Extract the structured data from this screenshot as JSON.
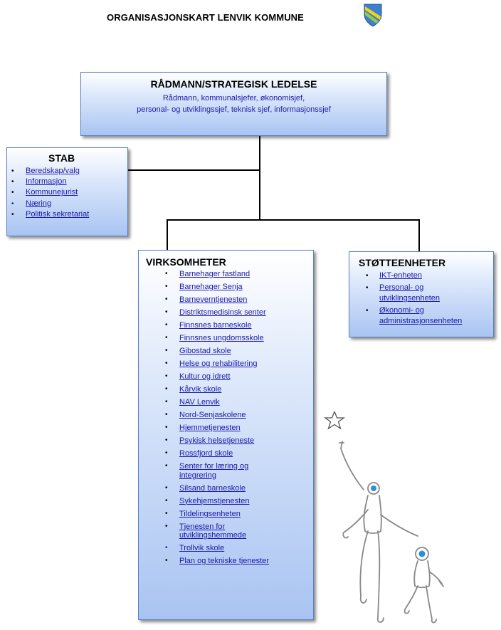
{
  "page": {
    "title": "ORGANISASJONSKART LENVIK KOMMUNE"
  },
  "leadership": {
    "heading": "RÅDMANN/STRATEGISK LEDELSE",
    "line1": "Rådmann, kommunalsjefer, økonomisjef,",
    "line2": "personal- og utviklingssjef, teknisk sjef, informasjonssjef"
  },
  "stab": {
    "heading": "STAB",
    "items": [
      {
        "label": "Beredskap/valg"
      },
      {
        "label": "Informasjon"
      },
      {
        "label": "Kommunejurist"
      },
      {
        "label": "Næring"
      },
      {
        "label": "Politisk sekretariat"
      }
    ]
  },
  "virksomheter": {
    "heading": "VIRKSOMHETER",
    "items": [
      {
        "label": "Barnehager fastland"
      },
      {
        "label": "Barnehager Senja"
      },
      {
        "label": "Barneverntjenesten"
      },
      {
        "label": "Distriktsmedisinsk senter"
      },
      {
        "label": "Finnsnes barneskole"
      },
      {
        "label": "Finnsnes ungdomsskole"
      },
      {
        "label": "Gibostad skole"
      },
      {
        "label": "Helse og rehabilitering"
      },
      {
        "label": "Kultur og idrett"
      },
      {
        "label": "Kårvik skole"
      },
      {
        "label": "NAV Lenvik"
      },
      {
        "label": "Nord-Senjaskolene"
      },
      {
        "label": "Hjemmetjenesten"
      },
      {
        "label": "Psykisk helsetjeneste"
      },
      {
        "label": "Rossfjord skole"
      },
      {
        "label": "Senter for læring og integrering"
      },
      {
        "label": "Silsand barneskole"
      },
      {
        "label": "Sykehjemstjenesten"
      },
      {
        "label": "Tildelingsenheten"
      },
      {
        "label": "Tjenesten for utviklingshemmede"
      },
      {
        "label": "Trollvik skole"
      },
      {
        "label": "Plan og tekniske tjenester"
      }
    ]
  },
  "stotteenheter": {
    "heading": "STØTTEENHETER",
    "items": [
      {
        "label": "IKT-enheten"
      },
      {
        "label": "Personal- og utviklingsenheten"
      },
      {
        "label": "Økonomi- og administrasjonsenheten"
      }
    ]
  },
  "icons": {
    "crest": "municipal-crest-icon",
    "star": "star-outline-icon"
  },
  "colors": {
    "box_border": "#5b7fc4",
    "box_fill_top": "#ffffff",
    "box_fill_bottom": "#a9c4f2",
    "link": "#1a1aa8",
    "connector": "#000000"
  }
}
